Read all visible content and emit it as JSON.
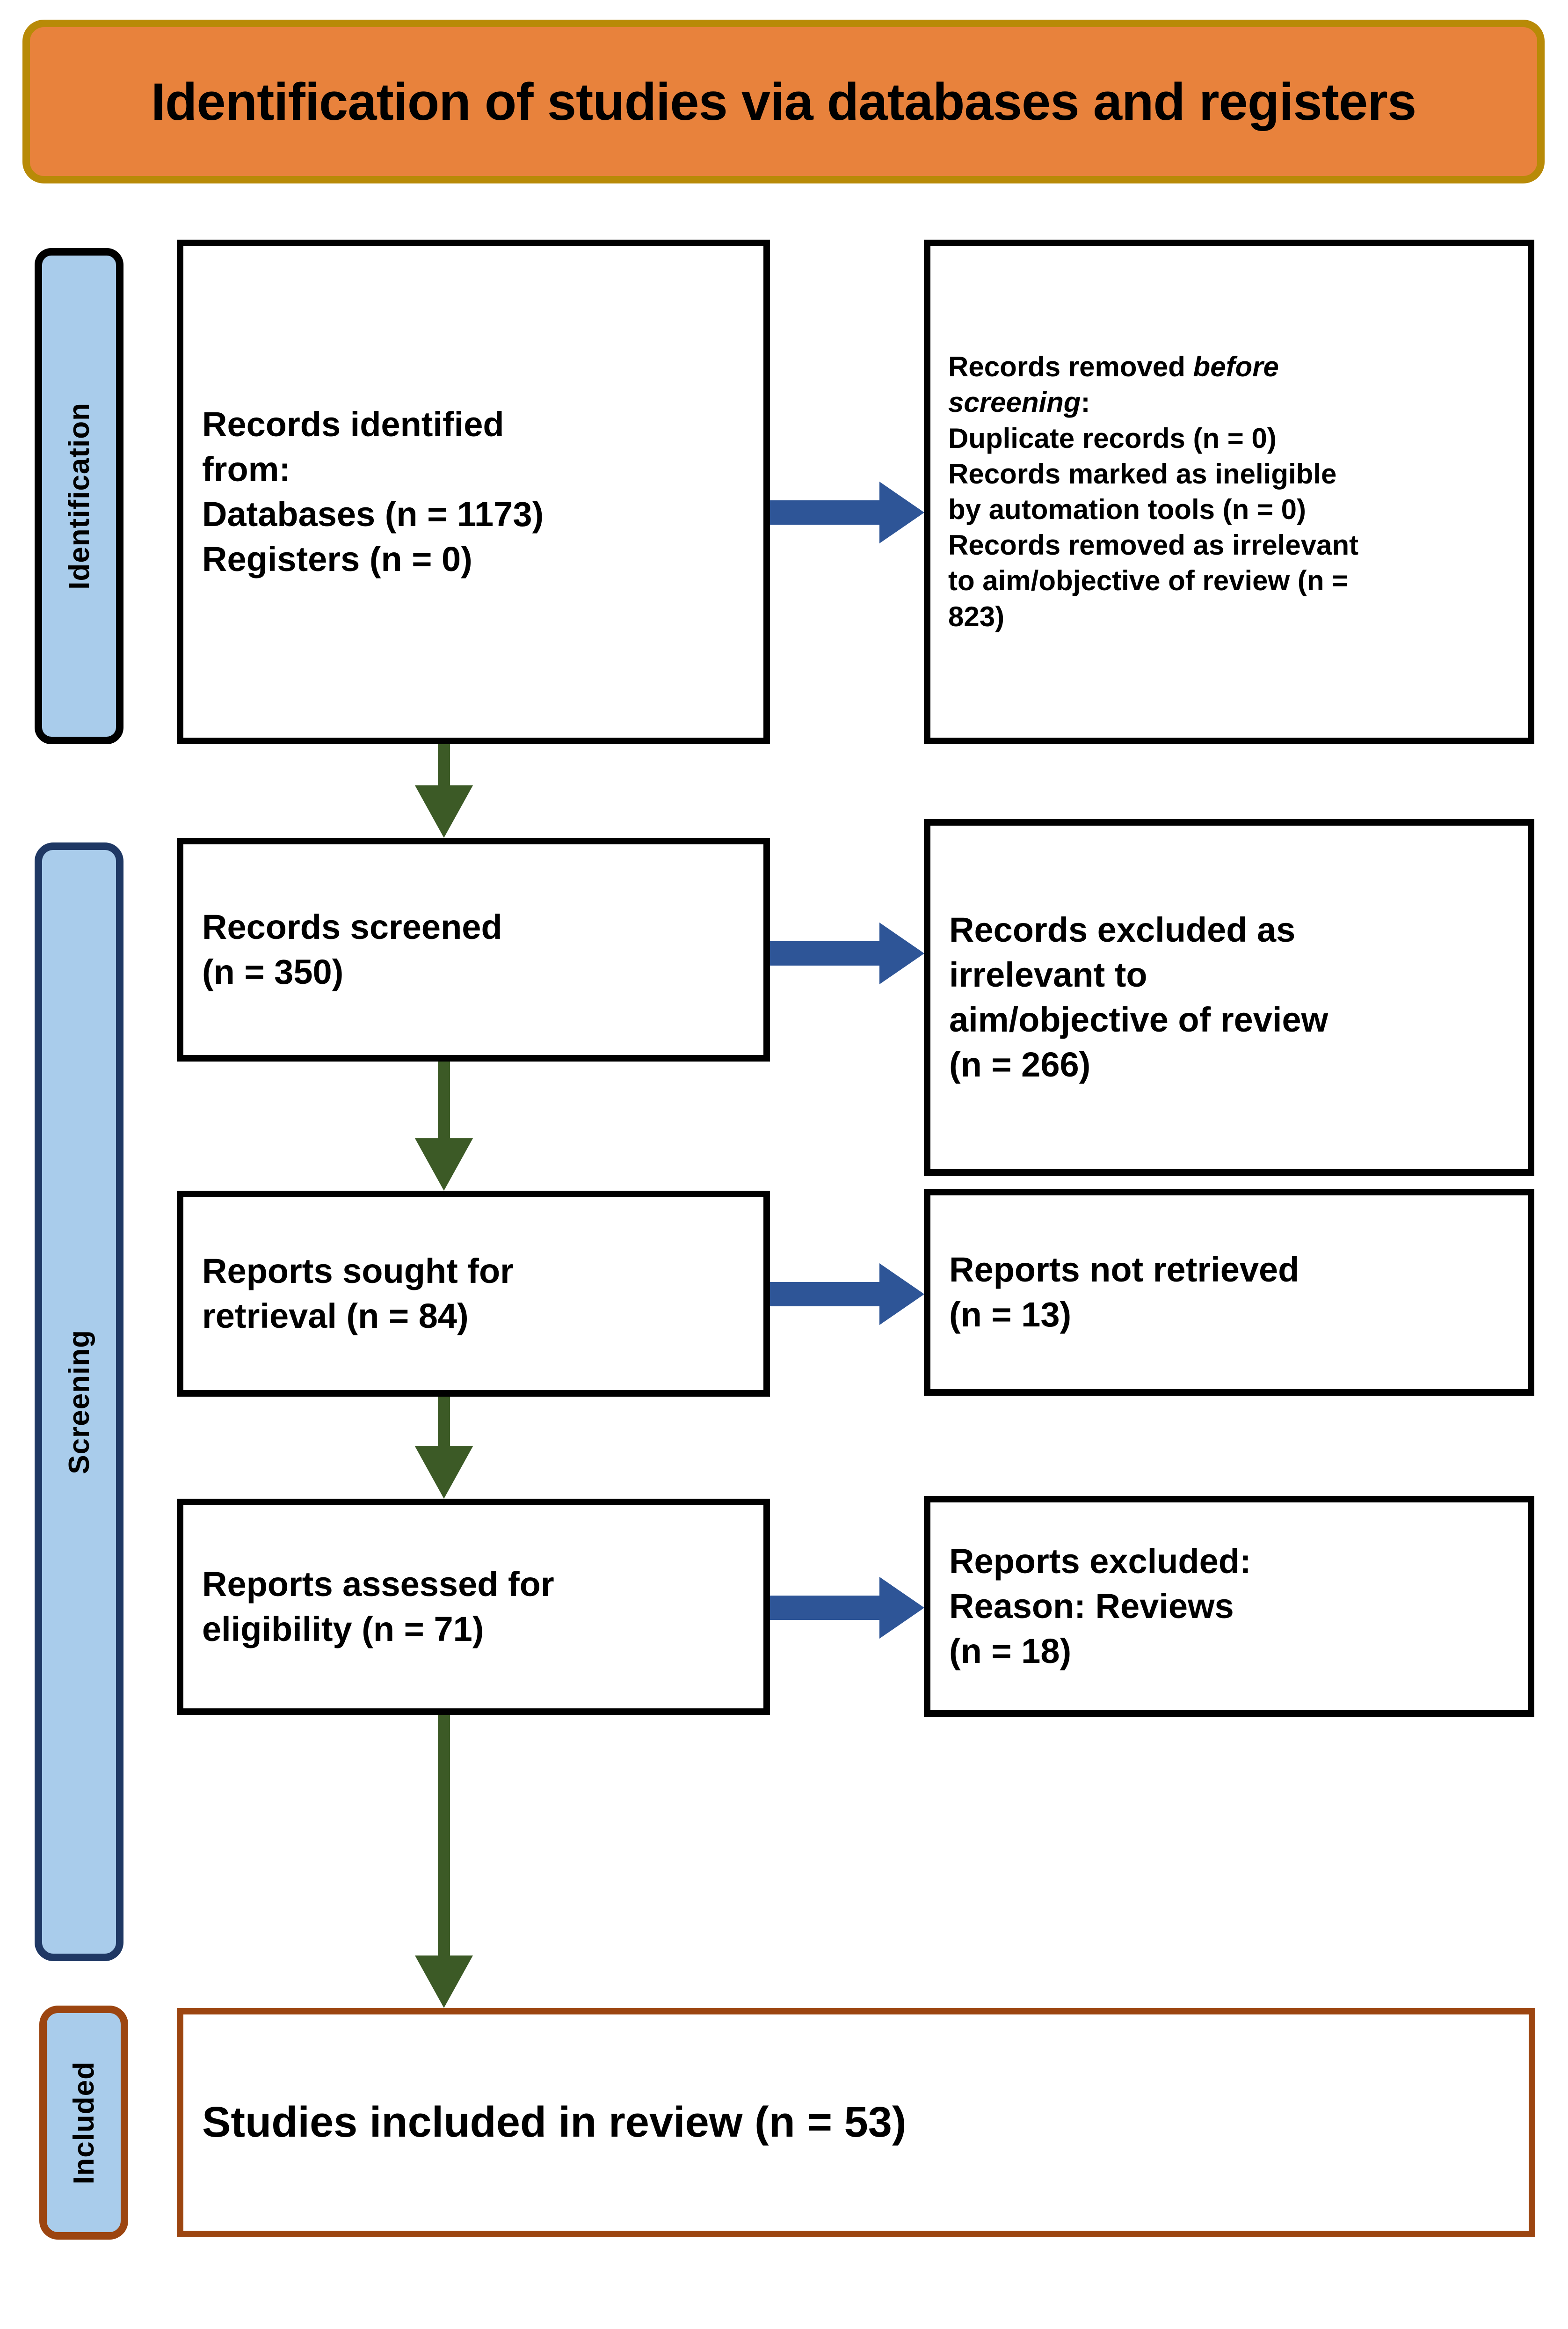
{
  "header": {
    "title": "Identification of studies via databases and registers",
    "background_color": "#E8823C",
    "border_color": "#B88A07"
  },
  "phases": [
    {
      "id": "identification",
      "label": "Identification",
      "fill_color": "#A9CCEB",
      "border_color": "#000000"
    },
    {
      "id": "screening",
      "label": "Screening",
      "fill_color": "#A9CCEB",
      "border_color": "#1F3864"
    },
    {
      "id": "included",
      "label": "Included",
      "fill_color": "#A9CCEB",
      "border_color": "#9C4510"
    }
  ],
  "boxes": {
    "identified": {
      "line1": "Records identified",
      "line2": "from:",
      "line3": "Databases (n = 1173)",
      "line4": "Registers (n = 0)"
    },
    "removed_before": {
      "line1_a": "Records removed ",
      "line1_b": "before",
      "line2_b": "screening",
      "line2_c": ":",
      "line3": "Duplicate records (n = 0)",
      "line4": "Records marked as ineligible",
      "line5": "by automation tools (n = 0)",
      "line6": "Records removed as irrelevant",
      "line7": "to aim/objective of review (n =",
      "line8": "823)"
    },
    "screened": {
      "line1": "Records screened",
      "line2": "(n = 350)"
    },
    "excluded_irrelevant": {
      "line1": "Records excluded as",
      "line2": "irrelevant to",
      "line3": "aim/objective of review",
      "line4": "(n = 266)"
    },
    "sought": {
      "line1": "Reports sought for",
      "line2": "retrieval (n = 84)"
    },
    "not_retrieved": {
      "line1": "Reports not retrieved",
      "line2": "(n = 13)"
    },
    "assessed": {
      "line1": "Reports assessed for",
      "line2": "eligibility (n = 71)"
    },
    "reports_excluded": {
      "line1": "Reports excluded:",
      "line2": "Reason: Reviews",
      "line3": "(n = 18)"
    },
    "included": {
      "line1": "Studies included in review (n = 53)"
    }
  },
  "arrows": {
    "vertical_color": "#3C5A26",
    "horizontal_color": "#2E5597"
  },
  "chart_data": {
    "type": "diagram",
    "title": "Identification of studies via databases and registers",
    "flow": [
      {
        "stage": "Records identified from Databases",
        "n": 1173
      },
      {
        "stage": "Records identified from Registers",
        "n": 0
      },
      {
        "stage": "Duplicate records removed",
        "n": 0
      },
      {
        "stage": "Records marked as ineligible by automation tools",
        "n": 0
      },
      {
        "stage": "Records removed as irrelevant to aim/objective of review",
        "n": 823
      },
      {
        "stage": "Records screened",
        "n": 350
      },
      {
        "stage": "Records excluded as irrelevant to aim/objective of review",
        "n": 266
      },
      {
        "stage": "Reports sought for retrieval",
        "n": 84
      },
      {
        "stage": "Reports not retrieved",
        "n": 13
      },
      {
        "stage": "Reports assessed for eligibility",
        "n": 71
      },
      {
        "stage": "Reports excluded - Reason: Reviews",
        "n": 18
      },
      {
        "stage": "Studies included in review",
        "n": 53
      }
    ]
  }
}
